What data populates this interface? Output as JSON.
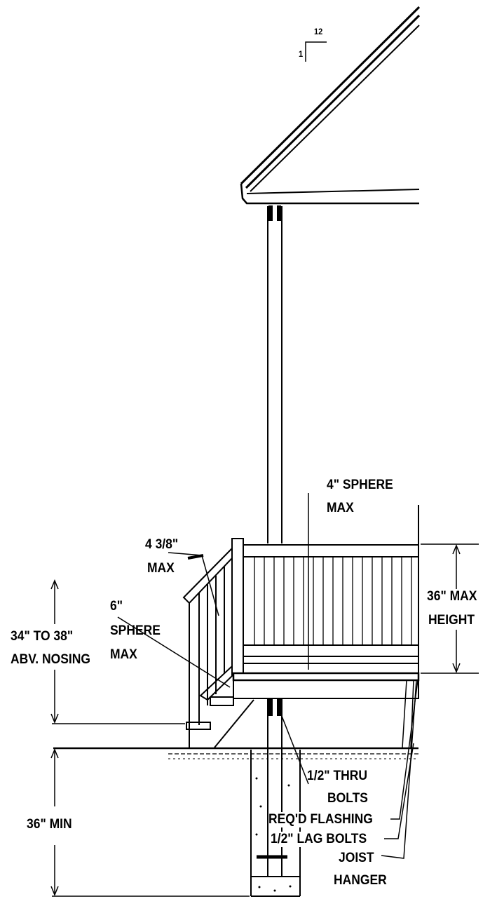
{
  "roof_pitch": {
    "rise": "12",
    "run": "1"
  },
  "labels": {
    "guard_sphere_line1": "4\" SPHERE",
    "guard_sphere_line2": "MAX",
    "stair_opening_line1": "4 3/8\"",
    "stair_opening_line2": "MAX",
    "stair_sphere_line1": "6\"",
    "stair_sphere_line2": "SPHERE",
    "stair_sphere_line3": "MAX",
    "handrail_height_line1": "34\" TO 38\"",
    "handrail_height_line2": "ABV. NOSING",
    "guard_height_line1": "36\" MAX",
    "guard_height_line2": "HEIGHT",
    "footing_depth": "36\" MIN",
    "thru_bolts_line1": "1/2\" THRU",
    "thru_bolts_line2": "BOLTS",
    "flashing": "REQ'D FLASHING",
    "lag_bolts": "1/2\" LAG BOLTS",
    "joist_hanger_line1": "JOIST",
    "joist_hanger_line2": "HANGER"
  }
}
